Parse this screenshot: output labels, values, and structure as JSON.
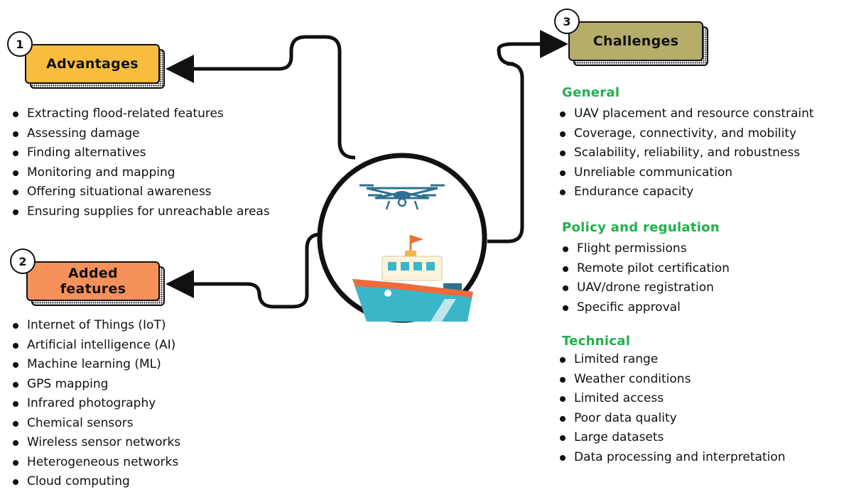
{
  "advantages": {
    "number": "1",
    "title": "Advantages",
    "color": "#f8bd3f",
    "items": [
      "Extracting flood-related features",
      "Assessing damage",
      "Finding alternatives",
      "Monitoring and mapping",
      "Offering situational awareness",
      "Ensuring supplies for unreachable areas"
    ]
  },
  "added_features": {
    "number": "2",
    "title_line1": "Added",
    "title_line2": "features",
    "color": "#f7915a",
    "items": [
      "Internet of Things (IoT)",
      "Artificial intelligence (AI)",
      "Machine learning (ML)",
      "GPS mapping",
      "Infrared photography",
      "Chemical sensors",
      "Wireless sensor networks",
      "Heterogeneous networks",
      "Cloud computing"
    ]
  },
  "challenges": {
    "number": "3",
    "title": "Challenges",
    "color": "#b5ad6a",
    "subhead_color": "#1fb14a",
    "general": {
      "heading": "General",
      "items": [
        "UAV placement and resource constraint",
        "Coverage, connectivity, and mobility",
        "Scalability, reliability, and robustness",
        "Unreliable communication",
        "Endurance capacity"
      ]
    },
    "policy": {
      "heading": "Policy and regulation",
      "items": [
        "Flight permissions",
        "Remote pilot certification",
        "UAV/drone registration",
        "Specific approval"
      ]
    },
    "technical": {
      "heading": "Technical",
      "items": [
        "Limited range",
        "Weather conditions",
        "Limited access",
        "Poor data quality",
        "Large datasets",
        "Data processing and interpretation"
      ]
    }
  },
  "illustration": {
    "drone_icon": "drone-icon",
    "boat_icon": "boat-icon",
    "drone_color": "#2f6f8f",
    "boat_hull_color": "#3bb6c9",
    "flag_color": "#f06a3a"
  }
}
